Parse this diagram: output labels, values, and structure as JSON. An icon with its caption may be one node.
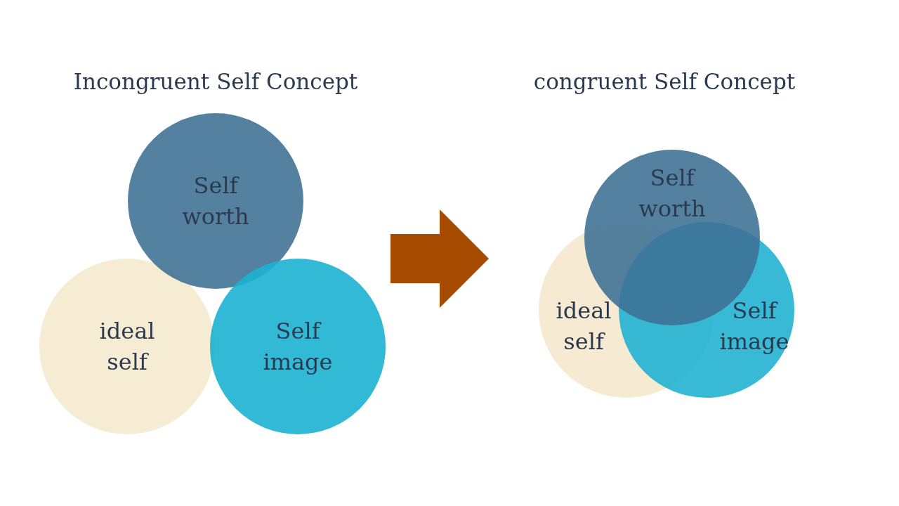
{
  "diagram": {
    "nodes": [
      {
        "text": [
          "Self worth"
        ]
      },
      {
        "text": [
          "ideal self"
        ]
      },
      {
        "text": [
          "Self image"
        ]
      },
      {
        "text": [
          "Self worth"
        ]
      },
      {
        "text": [
          "ideal self"
        ]
      },
      {
        "text": [
          "Self image"
        ]
      }
    ],
    "labels": [
      "Incongruent Self Concept",
      "congruent Self Concept"
    ]
  }
}
